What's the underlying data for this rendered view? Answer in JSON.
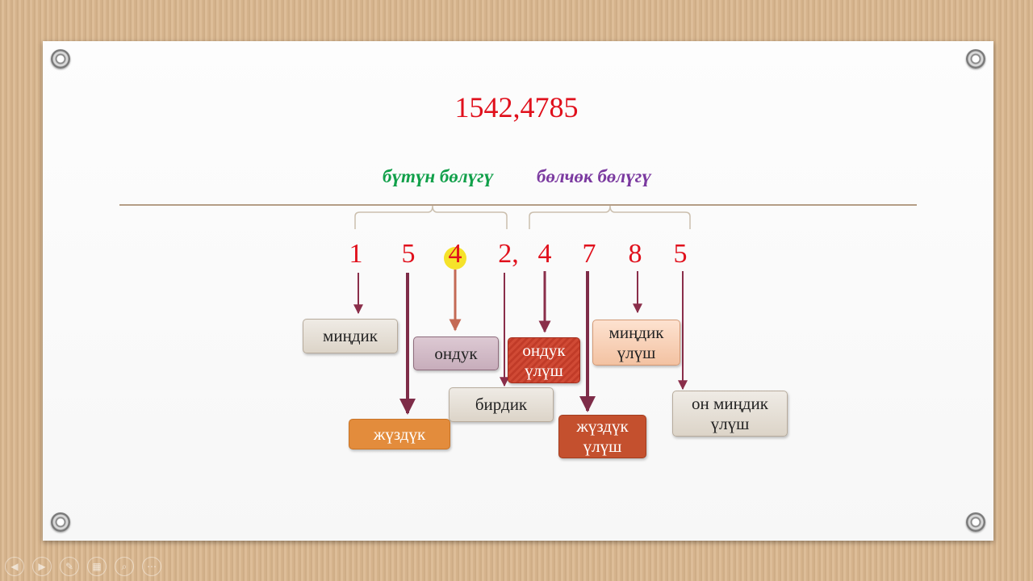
{
  "title_number": "1542,4785",
  "part_labels": {
    "whole": "бүтүн бөлүгү",
    "fraction": "бөлчөк бөлүгү"
  },
  "colors": {
    "number": "#e0101c",
    "whole_label": "#11a04a",
    "fraction_label": "#7b3aa0",
    "highlight": "#f5e22a"
  },
  "digits": [
    "1",
    "5",
    "4",
    "2,",
    "4",
    "7",
    "8",
    "5"
  ],
  "place_boxes": {
    "thousands": "миңдик",
    "hundreds": "жүздүк",
    "tens": "ондук",
    "ones": "бирдик",
    "tenths": [
      "ондук",
      "үлүш"
    ],
    "hundredths": [
      "жүздүк",
      "үлүш"
    ],
    "thousandths": [
      "миңдик",
      "үлүш"
    ],
    "ten_thousandths": [
      "он миңдик",
      "үлүш"
    ]
  },
  "toolbar_icons": [
    "prev-icon",
    "next-icon",
    "pen-icon",
    "slides-icon",
    "zoom-icon",
    "more-icon"
  ]
}
